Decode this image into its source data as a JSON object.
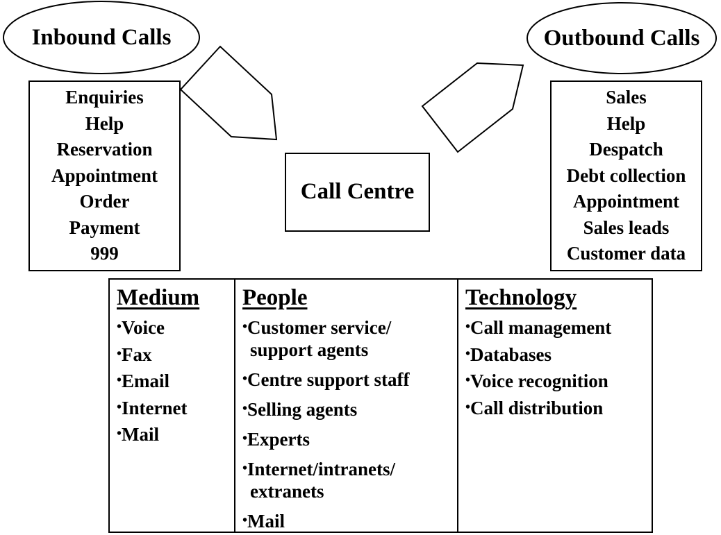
{
  "inbound": {
    "title": "Inbound Calls",
    "items": [
      "Enquiries",
      "Help",
      "Reservation",
      "Appointment",
      "Order",
      "Payment",
      "999"
    ]
  },
  "outbound": {
    "title": "Outbound Calls",
    "items": [
      "Sales",
      "Help",
      "Despatch",
      "Debt collection",
      "Appointment",
      "Sales leads",
      "Customer data"
    ]
  },
  "center": {
    "title": "Call Centre"
  },
  "table": {
    "medium": {
      "heading": "Medium",
      "items": [
        "Voice",
        "Fax",
        "Email",
        "Internet",
        "Mail"
      ]
    },
    "people": {
      "heading": "People",
      "items": [
        [
          "Customer service/",
          "support agents"
        ],
        [
          "Centre support staff"
        ],
        [
          "Selling agents"
        ],
        [
          "Experts"
        ],
        [
          "Internet/intranets/",
          "extranets"
        ],
        [
          "Mail"
        ]
      ]
    },
    "technology": {
      "heading": "Technology",
      "items": [
        "Call management",
        "Databases",
        "Voice recognition",
        "Call distribution"
      ]
    }
  },
  "bullet": "•"
}
